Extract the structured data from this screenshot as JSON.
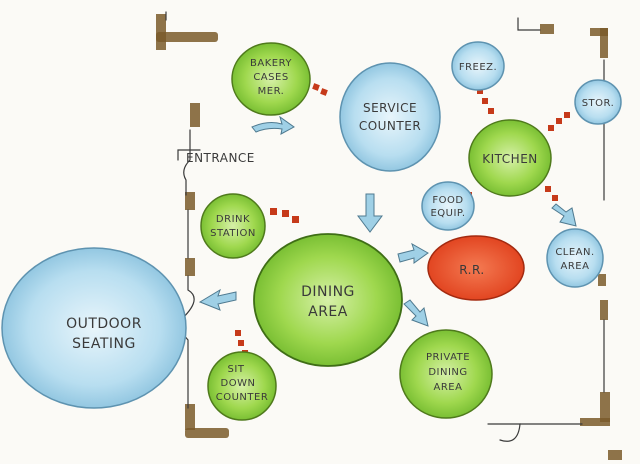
{
  "diagram": {
    "nodes": [
      {
        "id": "bakery",
        "lines": [
          "BAKERY",
          "CASES",
          "MER."
        ],
        "fill": "#8fcf3c",
        "rim": "#5a8a20"
      },
      {
        "id": "service",
        "lines": [
          "SERVICE",
          "COUNTER"
        ],
        "fill": "#a9d6ea",
        "rim": "#6aa6c4"
      },
      {
        "id": "freezer",
        "lines": [
          "FREEZ."
        ],
        "fill": "#a9d6ea",
        "rim": "#6aa6c4"
      },
      {
        "id": "storage",
        "lines": [
          "STOR."
        ],
        "fill": "#a9d6ea",
        "rim": "#6aa6c4"
      },
      {
        "id": "kitchen",
        "lines": [
          "KITCHEN"
        ],
        "fill": "#8fcf3c",
        "rim": "#5a8a20"
      },
      {
        "id": "food-equip",
        "lines": [
          "FOOD",
          "EQUIP."
        ],
        "fill": "#a9d6ea",
        "rim": "#6aa6c4"
      },
      {
        "id": "drink",
        "lines": [
          "DRINK",
          "STATION"
        ],
        "fill": "#8fcf3c",
        "rim": "#5a8a20"
      },
      {
        "id": "dining",
        "lines": [
          "DINING",
          "AREA"
        ],
        "fill": "#7cc63a",
        "rim": "#4f8a1e"
      },
      {
        "id": "rr",
        "lines": [
          "R.R."
        ],
        "fill": "#e84a2a",
        "rim": "#b02a12"
      },
      {
        "id": "clean",
        "lines": [
          "CLEAN.",
          "AREA"
        ],
        "fill": "#a9d6ea",
        "rim": "#6aa6c4"
      },
      {
        "id": "outdoor",
        "lines": [
          "OUTDOOR",
          "SEATING"
        ],
        "fill": "#a9d6ea",
        "rim": "#6aa6c4"
      },
      {
        "id": "sitdown",
        "lines": [
          "SIT",
          "DOWN",
          "COUNTER"
        ],
        "fill": "#8fcf3c",
        "rim": "#5a8a20"
      },
      {
        "id": "private",
        "lines": [
          "PRIVATE",
          "DINING",
          "AREA"
        ],
        "fill": "#8fcf3c",
        "rim": "#5a8a20"
      }
    ],
    "entrance_label": "ENTRANCE"
  }
}
